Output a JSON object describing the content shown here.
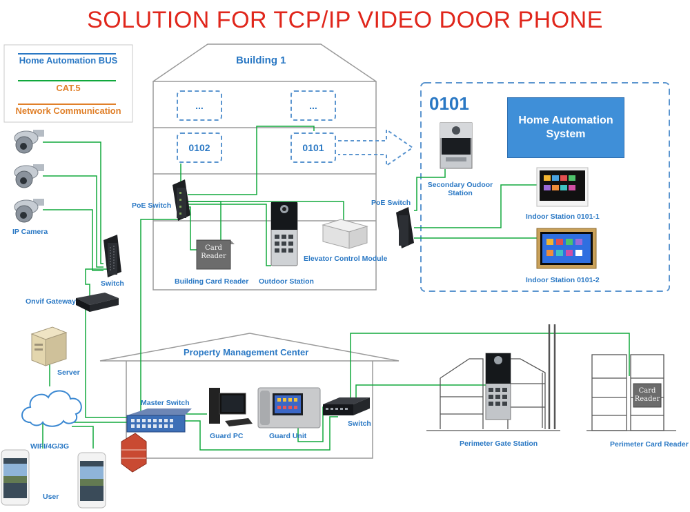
{
  "title": "SOLUTION FOR TCP/IP VIDEO DOOR PHONE",
  "legend": {
    "items": [
      {
        "label": "Home Automation BUS",
        "color": "#2a78c4"
      },
      {
        "label": "CAT.5",
        "color": "#10a83c"
      },
      {
        "label": "Network Communication",
        "color": "#e0802a"
      }
    ]
  },
  "building": {
    "title": "Building 1",
    "rooms": [
      "...",
      "...",
      "0102",
      "0101"
    ],
    "poe_switch": "PoE Switch",
    "card_reader": "Building Card Reader",
    "card_text": "Card Reader",
    "outdoor_station": "Outdoor Station",
    "elevator_module": "Elevator Control Module"
  },
  "apartment": {
    "id": "0101",
    "home_automation": "Home Automation System",
    "secondary_station": "Secondary  Oudoor Station",
    "poe_switch": "PoE Switch",
    "indoor_1": "Indoor Station 0101-1",
    "indoor_2": "Indoor Station 0101-2"
  },
  "left": {
    "ip_camera": "IP Camera",
    "switch": "Switch",
    "onvif_gateway": "Onvif Gateway",
    "server": "Server",
    "wireless": "WIFI/4G/3G",
    "user": "User"
  },
  "pmc": {
    "title": "Property Management Center",
    "master_switch": "Master Switch",
    "guard_pc": "Guard PC",
    "guard_unit": "Guard Unit",
    "switch": "Switch"
  },
  "perimeter": {
    "gate_station": "Perimeter Gate Station",
    "card_reader": "Perimeter Card Reader",
    "card_text": "Card Reader"
  },
  "colors": {
    "wire": "#10a83c",
    "title": "#e0261b",
    "label": "#2a78c4",
    "house_line": "#9a9a9a"
  }
}
